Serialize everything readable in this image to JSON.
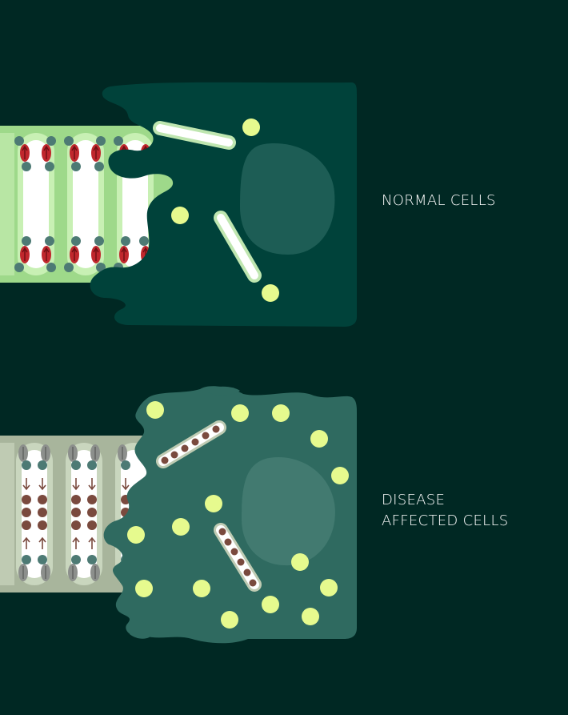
{
  "labels": {
    "normal": "NORMAL CELLS",
    "disease_line1": "DISEASE",
    "disease_line2": "AFFECTED CELLS"
  },
  "colors": {
    "background": "#002823",
    "normal_cell": "#00423A",
    "normal_nucleus": "#1D5D55",
    "normal_tissue": "#9ED98A",
    "disease_cell": "#2F6A60",
    "disease_nucleus": "#427A70",
    "disease_tissue": "#A8B59C",
    "vesicle": "#E6FA8E",
    "channel_red": "#C0272D",
    "channel_gray": "#8C8F8C",
    "cargo_brown": "#7A4A3E",
    "connector": "#4D7A74"
  },
  "icons": {
    "normal_channels": "red-ion-channel-icon",
    "disease_channels": "gray-ion-channel-icon",
    "vesicles": "vesicle-icon",
    "tubes": "microtubule-icon",
    "arrows": "flow-arrow-icon"
  }
}
